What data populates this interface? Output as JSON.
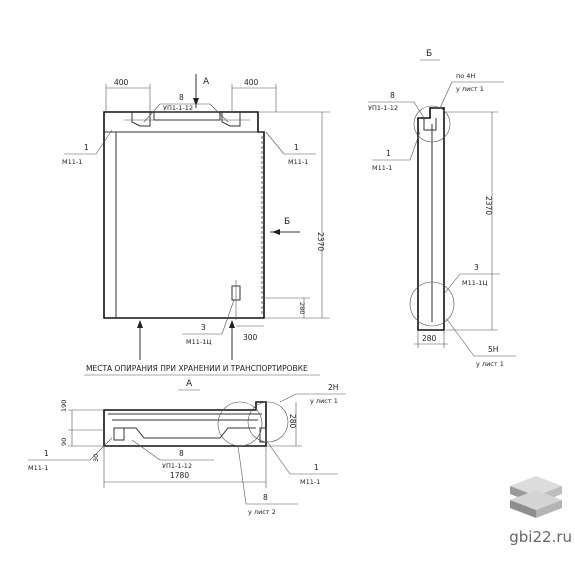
{
  "main_view": {
    "section_a": "А",
    "section_b": "Б",
    "dim_400_left": "400",
    "dim_400_right": "400",
    "dim_2370": "2370",
    "dim_300": "300",
    "dim_280": "280",
    "label_8": "8",
    "label_upl": "УП1-1-12",
    "label_1_left": "1",
    "label_m11_left": "М11-1",
    "label_1_right": "1",
    "label_m11_right": "М11-1",
    "label_3": "3",
    "label_m11_3": "М11-1Ц",
    "caption": "МЕСТА ОПИРАНИЯ ПРИ ХРАНЕНИИ И ТРАНСПОРТИРОВКЕ"
  },
  "side_view": {
    "title": "Б",
    "note_top": "по 4Н",
    "note_top_sheet": "у лист 1",
    "label_8": "8",
    "label_upl": "УП1-1-12",
    "label_1": "1",
    "label_m11": "М11-1",
    "dim_2370": "2370",
    "label_3": "3",
    "label_m11_3": "М11-1Ц",
    "dim_280": "280",
    "note_5n": "5Н",
    "note_5n_sheet": "у лист 1"
  },
  "bottom_view": {
    "title": "А",
    "note_2n": "2Н",
    "note_2n_sheet": "у лист 1",
    "dim_190": "190",
    "dim_90": "90",
    "dim_30": "30",
    "dim_280": "280",
    "label_1_left": "1",
    "label_m11_left": "М11-1",
    "label_8": "8",
    "label_upl": "УП1-1-12",
    "dim_1780": "1780",
    "label_8b": "8",
    "label_8b_sheet": "у лист 2",
    "label_1_right": "1",
    "label_m11_right": "М11-1"
  },
  "watermark": {
    "site": "gbi22.ru",
    "logo_icon": "layered-slabs-icon"
  }
}
